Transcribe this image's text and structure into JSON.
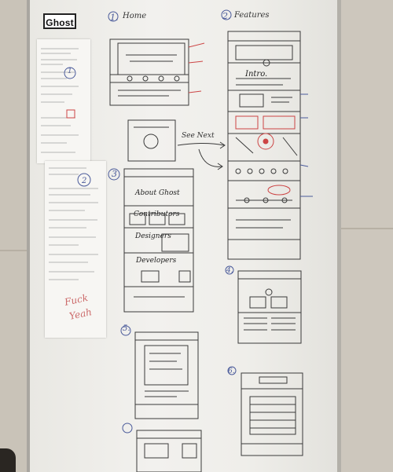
{
  "logo": {
    "text": "Ghost"
  },
  "sections": {
    "home": "Home",
    "features": "Features",
    "intro": "Intro.",
    "about": "About Ghost",
    "contributors": "Contributors",
    "designers": "Designers",
    "developers": "Developers",
    "see_next": "See Next"
  },
  "numbers": [
    "1.",
    "2.",
    "3",
    "4.",
    "5.",
    "6."
  ],
  "paper_marks": [
    "1",
    "2"
  ],
  "scribble": {
    "line1": "Fuck",
    "line2": "Yeah"
  },
  "colors": {
    "board": "#efeeea",
    "ink": "#2c2c2c",
    "blue_ink": "#4a5a9a",
    "red_ink": "#cc6b6b"
  }
}
